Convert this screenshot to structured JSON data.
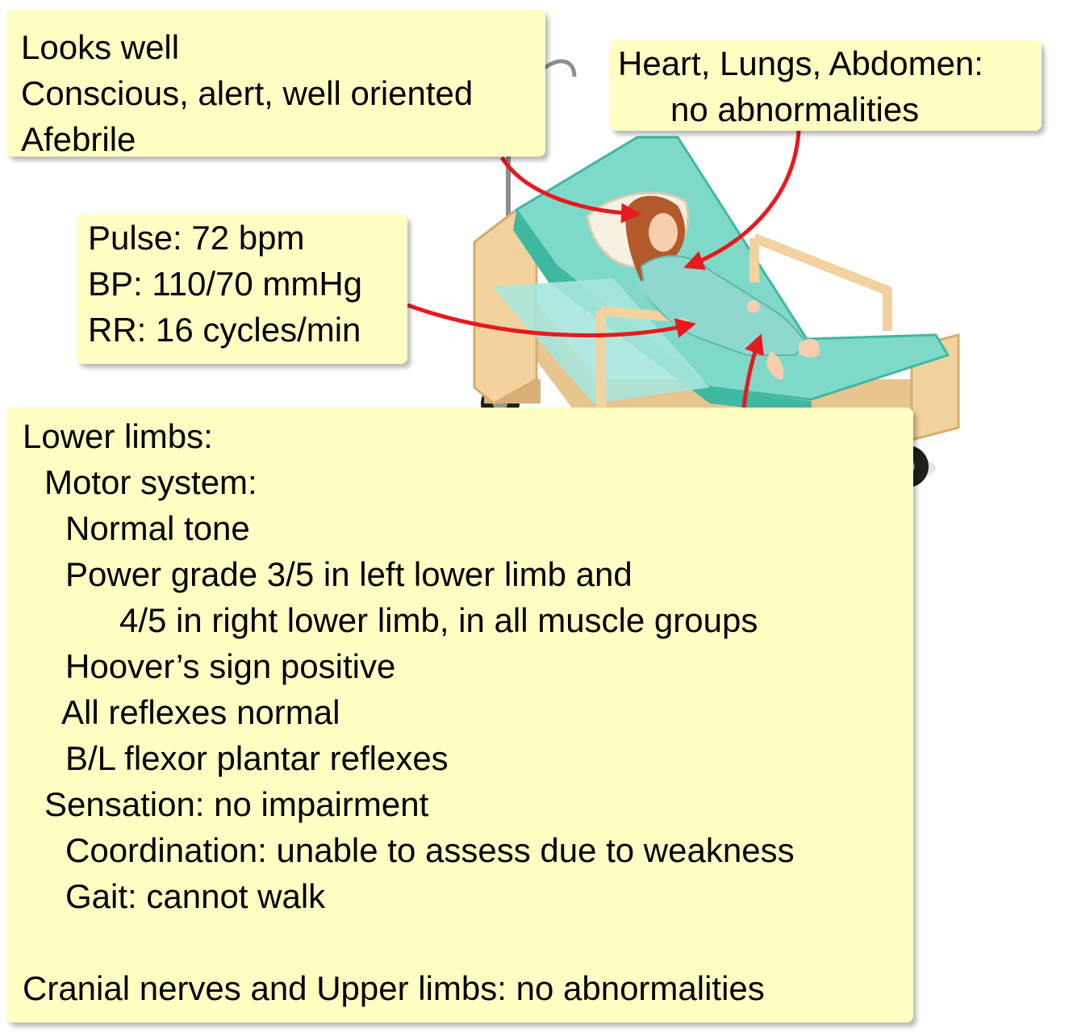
{
  "colors": {
    "note_fill": "#ffffc4",
    "arrow": "#e8191e",
    "sheet": "#7fd9c9",
    "sheet_dark": "#3fb8a2",
    "bed_frame": "#f2d29f",
    "gown": "#8ed8cd",
    "hair": "#b35a2a",
    "skin": "#f7cfae"
  },
  "general_box": {
    "lines": [
      "Looks well",
      "Conscious, alert, well oriented",
      "Afebrile"
    ]
  },
  "systems_box": {
    "lines": [
      "Heart, Lungs, Abdomen:",
      "no abnormalities"
    ]
  },
  "vitals_box": {
    "lines": [
      "Pulse: 72 bpm",
      "BP: 110/70 mmHg",
      "RR: 16 cycles/min"
    ]
  },
  "neuro_box": {
    "title": "Lower limbs:",
    "motor_heading": "Motor system:",
    "tone": "Normal tone",
    "power_line1": "Power grade 3/5 in left lower limb and",
    "power_line2": "4/5 in right lower limb, in all muscle groups",
    "hoover": "Hoover’s sign positive",
    "reflexes": "All reflexes normal",
    "plantar": "B/L flexor plantar reflexes",
    "sensation": "Sensation: no impairment",
    "coordination": "Coordination: unable to assess due to weakness",
    "gait": "Gait: cannot walk",
    "cranial": "Cranial nerves and Upper limbs: no abnormalities"
  }
}
